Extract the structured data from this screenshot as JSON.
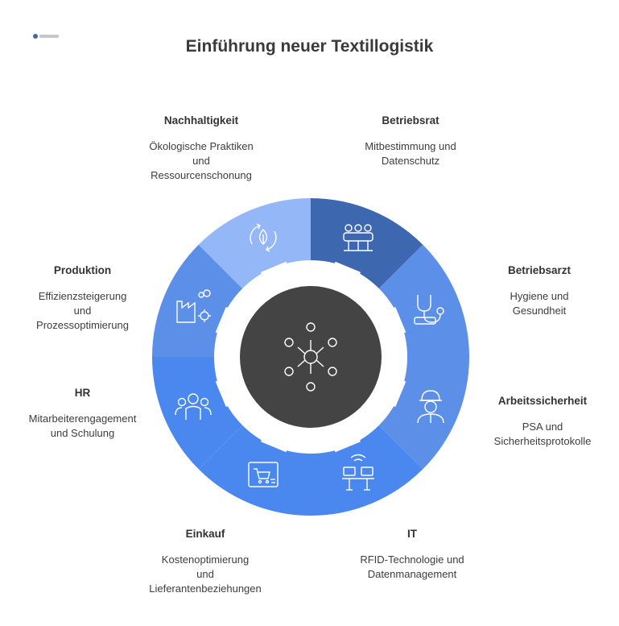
{
  "title": "Einführung neuer Textillogistik",
  "colors": {
    "segment_light": "#93b7f7",
    "segment_mid": "#5c8fe8",
    "segment_dark": "#3d68b0",
    "segment_blue": "#4a87ee",
    "hub": "#444444"
  },
  "segments": [
    {
      "title": "Betriebsrat",
      "desc": [
        "Mitbestimmung und",
        "Datenschutz"
      ],
      "icon": "meeting-group-icon"
    },
    {
      "title": "Betriebsarzt",
      "desc": [
        "Hygiene und",
        "Gesundheit"
      ],
      "icon": "stethoscope-icon"
    },
    {
      "title": "Arbeitssicherheit",
      "desc": [
        "PSA und",
        "Sicherheitsprotokolle"
      ],
      "icon": "hardhat-worker-icon"
    },
    {
      "title": "IT",
      "desc": [
        "RFID-Technologie und",
        "Datenmanagement"
      ],
      "icon": "wireless-desk-icon"
    },
    {
      "title": "Einkauf",
      "desc": [
        "Kostenoptimierung",
        "und",
        "Lieferantenbeziehungen"
      ],
      "icon": "shopping-cart-board-icon"
    },
    {
      "title": "HR",
      "desc": [
        "Mitarbeiterengagement",
        "und Schulung"
      ],
      "icon": "people-group-icon"
    },
    {
      "title": "Produktion",
      "desc": [
        "Effizienzsteigerung",
        "und",
        "Prozessoptimierung"
      ],
      "icon": "factory-gear-icon"
    },
    {
      "title": "Nachhaltigkeit",
      "desc": [
        "Ökologische Praktiken",
        "und",
        "Ressourcenschonung"
      ],
      "icon": "leaf-cycle-icon"
    }
  ],
  "hub_icon": "network-hub-icon"
}
